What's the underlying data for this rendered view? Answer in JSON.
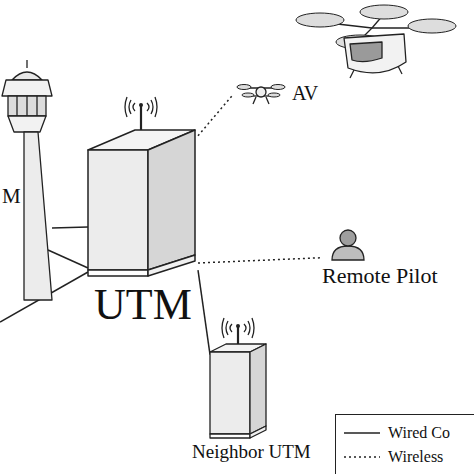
{
  "diagram": {
    "nodes": [
      {
        "text": [
          "AV"
        ]
      },
      {
        "text": [
          "M"
        ]
      },
      {
        "text": [
          "UTM"
        ]
      },
      {
        "text": [
          "Remote Pilot"
        ]
      },
      {
        "text": [
          "Neighbor UTM"
        ]
      }
    ],
    "edges": [
      {
        "from": 2,
        "to": 0,
        "arrow": "none"
      },
      {
        "from": 2,
        "to": 1,
        "arrow": "none"
      },
      {
        "from": 2,
        "to": 3,
        "arrow": "none"
      },
      {
        "from": 2,
        "to": 4,
        "arrow": "none"
      }
    ],
    "legend": [
      {
        "text": "Wired Co"
      },
      {
        "text": "Wireless"
      }
    ]
  }
}
